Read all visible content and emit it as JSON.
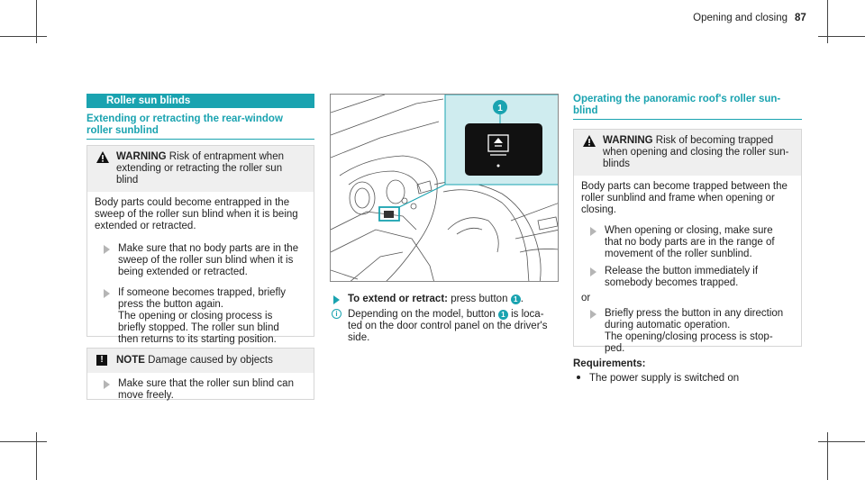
{
  "header": {
    "section": "Opening and closing",
    "page": "87"
  },
  "left": {
    "bar_title": "Roller sun blinds",
    "subheading_line1": "Extending or retracting the rear-window",
    "subheading_line2": "roller sunblind",
    "warning": {
      "label": "WARNING",
      "title_line1": "Risk of entrapment when",
      "title_line2": "extending or retracting the roller sun",
      "title_line3": "blind",
      "body": [
        "Body parts could become entrapped in the",
        "sweep of the roller sun blind when it is being",
        "extended or retracted."
      ],
      "step1": [
        "Make sure that no body parts are in the",
        "sweep of the roller sun blind when it is",
        "being extended or retracted."
      ],
      "step2": [
        "If someone becomes trapped, briefly",
        "press the button again.",
        "The opening or closing process is",
        "briefly stopped. The roller sun blind",
        "then returns to its starting position."
      ]
    },
    "note": {
      "label": "NOTE",
      "title": "Damage caused by objects",
      "step1": [
        "Make sure that the roller sun blind can",
        "move freely."
      ]
    }
  },
  "middle": {
    "figure_callout": "1",
    "action_bold": "To extend or retract:",
    "action_text": "press button",
    "action_callout": "1",
    "info_icon": "i",
    "info": [
      "Depending on the model, button",
      "is loca-",
      "ted on the door control panel on the driver's",
      "side."
    ]
  },
  "right": {
    "subheading_line1": "Operating the panoramic roof's roller sun-",
    "subheading_line2": "blind",
    "warning": {
      "label": "WARNING",
      "title_line1": "Risk of becoming trapped",
      "title_line2": "when opening and closing the roller sun-",
      "title_line3": "blinds",
      "body": [
        "Body parts can become trapped between the",
        "roller sunblind and frame when opening or",
        "closing."
      ],
      "step1": [
        "When opening or closing, make sure",
        "that no body parts are in the range of",
        "movement of the roller sunblind."
      ],
      "step2": [
        "Release the button immediately if",
        "somebody becomes trapped."
      ],
      "or": "or",
      "step3": [
        "Briefly press the button in any direction",
        "during automatic operation.",
        "The opening/closing process is stop-",
        "ped."
      ]
    },
    "requirements_label": "Requirements:",
    "requirement1": "The power supply is switched on"
  },
  "colors": {
    "accent": "#1aa3b0",
    "box_bg": "#efefef"
  }
}
